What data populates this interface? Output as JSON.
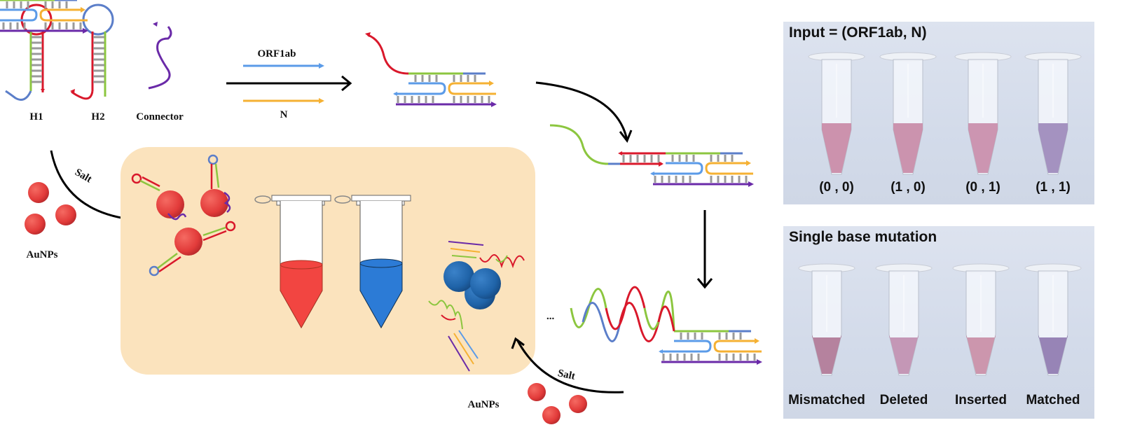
{
  "labels": {
    "h1": "H1",
    "h2": "H2",
    "connector": "Connector",
    "orf1ab": "ORF1ab",
    "n": "N",
    "salt_top": "Salt",
    "salt_bottom": "Salt",
    "aunps_left": "AuNPs",
    "aunps_bottom": "AuNPs",
    "ellipsis": "..."
  },
  "colors": {
    "red_strand": "#d9182b",
    "blue_strand": "#5b7ec9",
    "green_strand": "#8cc63f",
    "purple_strand": "#6a2aa8",
    "orange_strand": "#f5b133",
    "light_blue_strand": "#5b9be8",
    "panel_bg": "#fbe3bd",
    "aunp_red": "#e8403e",
    "aggregate_blue": "#1f63a8",
    "tube_red": "#f24541",
    "tube_blue": "#2c7bd6"
  },
  "photo_panels": [
    {
      "title": "Input = (ORF1ab, N)",
      "tubes": [
        {
          "label": "(0 , 0)",
          "color": "#c98aa6"
        },
        {
          "label": "(1 , 0)",
          "color": "#c88ba7"
        },
        {
          "label": "(0 , 1)",
          "color": "#c98daa"
        },
        {
          "label": "(1 , 1)",
          "color": "#9d8abb"
        }
      ]
    },
    {
      "title": "Single base mutation",
      "tubes": [
        {
          "label": "Mismatched",
          "color": "#b07896"
        },
        {
          "label": "Deleted",
          "color": "#c08fb0"
        },
        {
          "label": "Inserted",
          "color": "#c98ea6"
        },
        {
          "label": "Matched",
          "color": "#8f7bb0"
        }
      ]
    }
  ]
}
